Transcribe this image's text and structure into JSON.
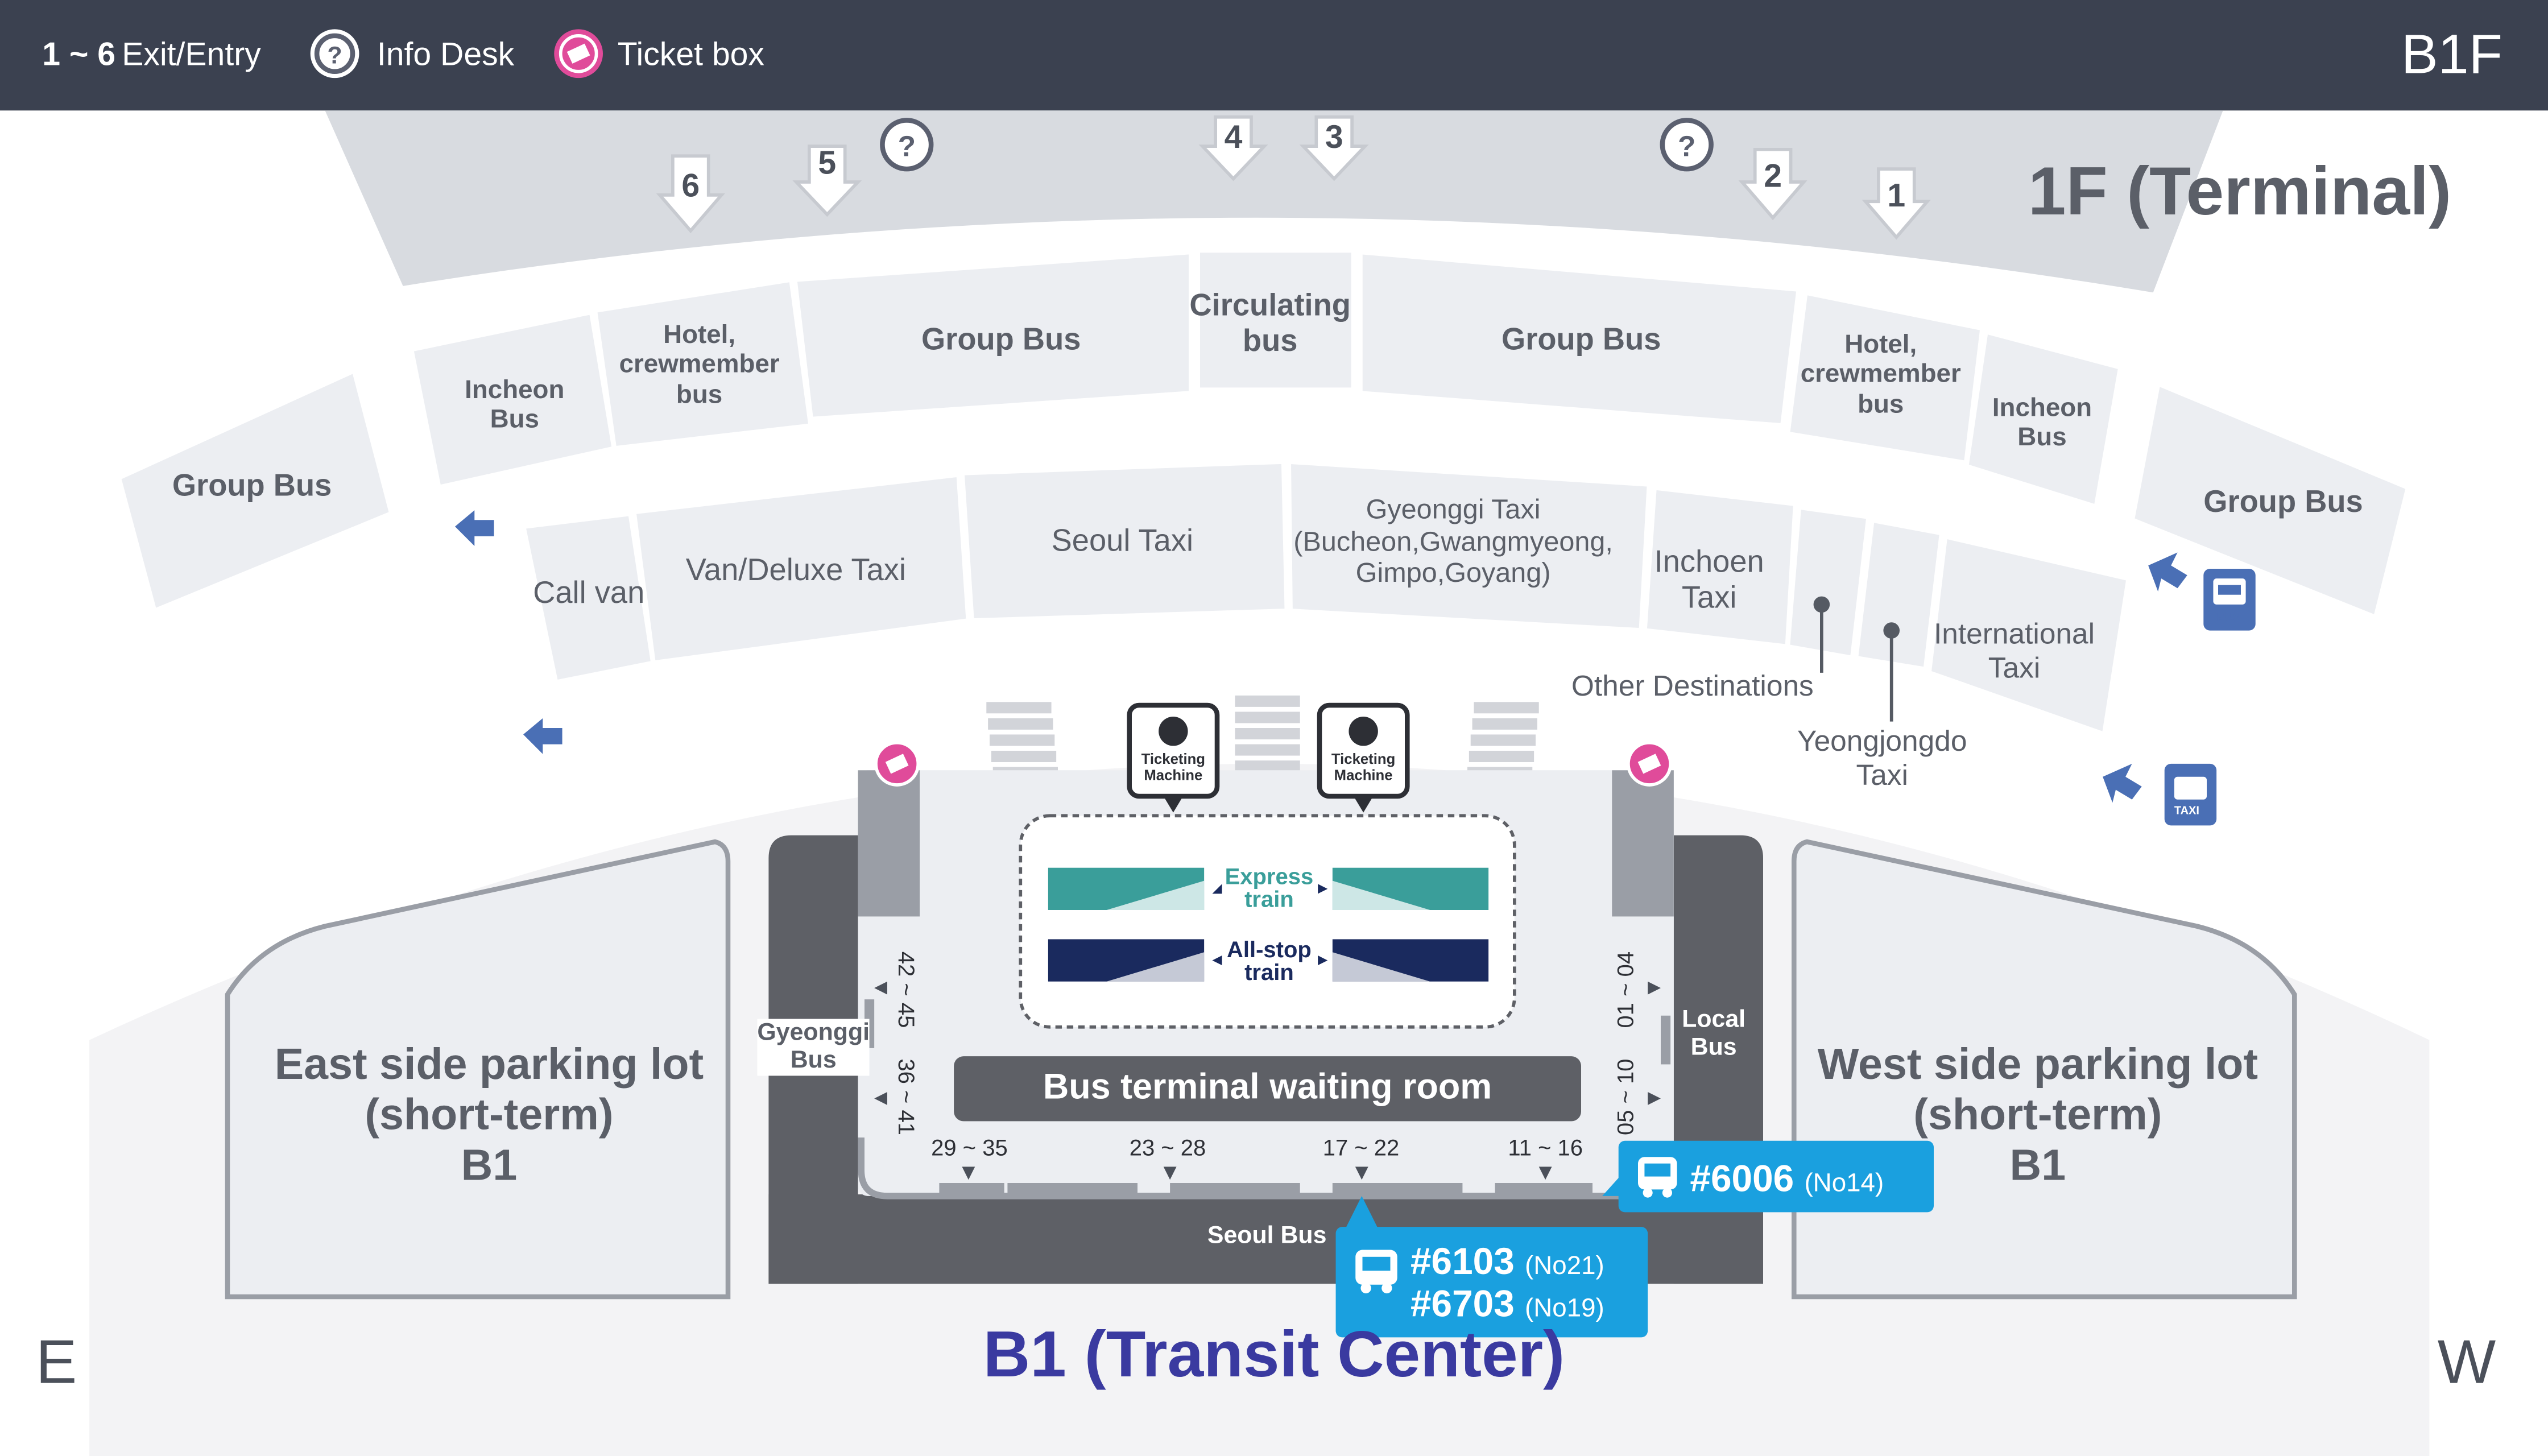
{
  "legend": {
    "exit_range": "1 ~ 6",
    "exit_label": "Exit/Entry",
    "info_label": "Info Desk",
    "ticket_label": "Ticket box",
    "floor": "B1F"
  },
  "terminal_title": "1F (Terminal)",
  "exits": [
    "6",
    "5",
    "4",
    "3",
    "2",
    "1"
  ],
  "zones_row1": {
    "group_bus_left": "Group Bus",
    "incheon_bus_left": "Incheon\nBus",
    "hotel_bus_left": "Hotel,\ncrewmember\nbus",
    "group_bus_center_left": "Group Bus",
    "circulating_bus": "Circulating\nbus",
    "group_bus_center_right": "Group Bus",
    "hotel_bus_right": "Hotel,\ncrewmember\nbus",
    "incheon_bus_right": "Incheon\nBus",
    "group_bus_right": "Group Bus"
  },
  "zones_row2": {
    "call_van": "Call van",
    "van_deluxe_taxi": "Van/Deluxe Taxi",
    "seoul_taxi": "Seoul Taxi",
    "gyeonggi_taxi": "Gyeonggi Taxi\n(Bucheon,Gwangmyeong,\nGimpo,Goyang)",
    "incheon_taxi": "Inchoen\nTaxi",
    "international_taxi": "International\nTaxi",
    "other_destinations": "Other Destinations",
    "yeongjongdo_taxi": "Yeongjongdo\nTaxi"
  },
  "icons": {
    "bus_sign": "BUS",
    "taxi_sign": "TAXI",
    "ticketing_machine": "Ticketing\nMachine"
  },
  "transit": {
    "express_train": "Express\ntrain",
    "allstop_train": "All-stop\ntrain",
    "waiting_room": "Bus terminal waiting room",
    "gyeonggi_bus": "Gyeonggi\nBus",
    "local_bus": "Local\nBus",
    "seoul_bus": "Seoul Bus",
    "bays_bottom": [
      "29 ~ 35",
      "23 ~ 28",
      "17 ~ 22",
      "11 ~ 16"
    ],
    "bays_left": [
      "42 ~ 45",
      "36 ~ 41"
    ],
    "bays_right": [
      "01 ~ 04",
      "05 ~ 10"
    ]
  },
  "parking": {
    "east": "East side parking lot\n(short-term)\nB1",
    "west": "West side parking lot\n(short-term)\nB1"
  },
  "callouts": {
    "right": {
      "route": "#6006",
      "stop": "(No14)"
    },
    "left": [
      {
        "route": "#6103",
        "stop": "(No21)"
      },
      {
        "route": "#6703",
        "stop": "(No19)"
      }
    ]
  },
  "colors": {
    "topbar": "#3b4150",
    "callout": "#1aa0df",
    "express": "#3a9e9a",
    "allstop": "#1a2a5e",
    "title_blue": "#3a3aa0",
    "ticket_pink": "#e04b9a",
    "arrow_blue": "#4a6fb5"
  },
  "b1_title": "B1 (Transit Center)",
  "compass": {
    "east": "E",
    "west": "W"
  }
}
